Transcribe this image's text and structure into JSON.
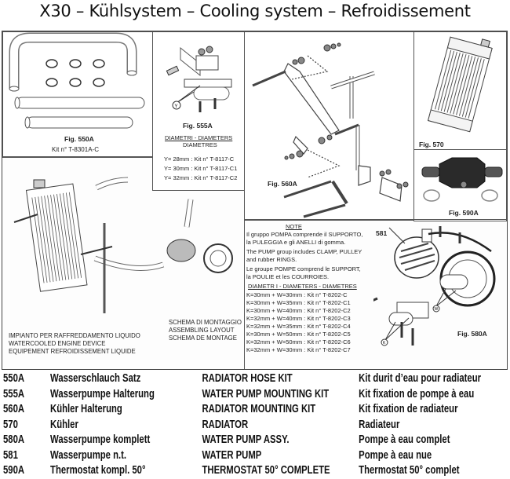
{
  "title": "X30 – Kühlsystem – Cooling system – Refroidissement",
  "figures": {
    "fig550a": {
      "label": "Fig. 550A",
      "kit": "Kit n° T-8301A-C"
    },
    "fig555a": {
      "label": "Fig. 555A",
      "diam_header_1": "DIAMETRI - DIAMETERS",
      "diam_header_2": "DIAMETRES",
      "marker": "Y",
      "kits": [
        "Y= 28mm : Kit n° T-8117-C",
        "Y= 30mm : Kit n° T-8117-C1",
        "Y= 32mm : Kit n° T-8117-C2"
      ]
    },
    "fig560a": {
      "label": "Fig. 560A"
    },
    "fig570": {
      "label": "Fig. 570"
    },
    "fig590a": {
      "label": "Fig. 590A"
    },
    "fig580a": {
      "label": "Fig. 580A",
      "callout": "581",
      "marker_k": "K",
      "marker_w": "W"
    },
    "assembly": {
      "left_caption": [
        "IMPIANTO PER RAFFREDDAMENTO LIQUIDO",
        "WATERCOOLED ENGINE DEVICE",
        "EQUIPEMENT REFROIDISSEMENT LIQUIDE"
      ],
      "right_caption": [
        "SCHEMA DI MONTAGGIO",
        "ASSEMBLING LAYOUT",
        "SCHEMA DE MONTAGE"
      ]
    },
    "note": {
      "heading": "NOTE",
      "it": [
        "Il gruppo POMPA comprende il SUPPORTO,",
        "la PULEGGIA e gli ANELLI di gomma."
      ],
      "en": [
        "The PUMP group includes CLAMP, PULLEY",
        "and rubber RINGS."
      ],
      "fr": [
        "Le groupe POMPE comprend le SUPPORT,",
        "la POULIE et les COURROIES."
      ],
      "diam_header": "DIAMETR I - DIAMETERS - DIAMETRES",
      "kits": [
        "K=30mm + W=30mm : Kit n° T-8202-C",
        "K=30mm + W=35mm : Kit n° T-8202-C1",
        "K=30mm + W=40mm : Kit n° T-8202-C2",
        "K=32mm + W=40mm : Kit n° T-8202-C3",
        "K=32mm + W=35mm : Kit n° T-8202-C4",
        "K=30mm + W=50mm : Kit n° T-8202-C5",
        "K=32mm + W=50mm : Kit n° T-8202-C6",
        "K=32mm + W=30mm : Kit n° T-8202-C7"
      ]
    }
  },
  "parts": [
    {
      "code": "550A",
      "de": "Wasserschlauch Satz",
      "en": "RADIATOR HOSE KIT",
      "fr": "Kit durit d’eau pour radiateur"
    },
    {
      "code": "555A",
      "de": "Wasserpumpe Halterung",
      "en": "WATER PUMP MOUNTING KIT",
      "fr": "Kit fixation de pompe à eau"
    },
    {
      "code": "560A",
      "de": "Kühler Halterung",
      "en": "RADIATOR MOUNTING KIT",
      "fr": "Kit fixation de radiateur"
    },
    {
      "code": "570",
      "de": "Kühler",
      "en": "RADIATOR",
      "fr": "Radiateur"
    },
    {
      "code": "580A",
      "de": "Wasserpumpe komplett",
      "en": "WATER PUMP ASSY.",
      "fr": "Pompe à eau complet"
    },
    {
      "code": "581",
      "de": "Wasserpumpe n.t.",
      "en": "WATER PUMP",
      "fr": "Pompe à eau nue"
    },
    {
      "code": "590A",
      "de": "Thermostat kompl. 50°",
      "en": "THERMOSTAT 50° COMPLETE",
      "fr": "Thermostat 50° complet"
    }
  ]
}
